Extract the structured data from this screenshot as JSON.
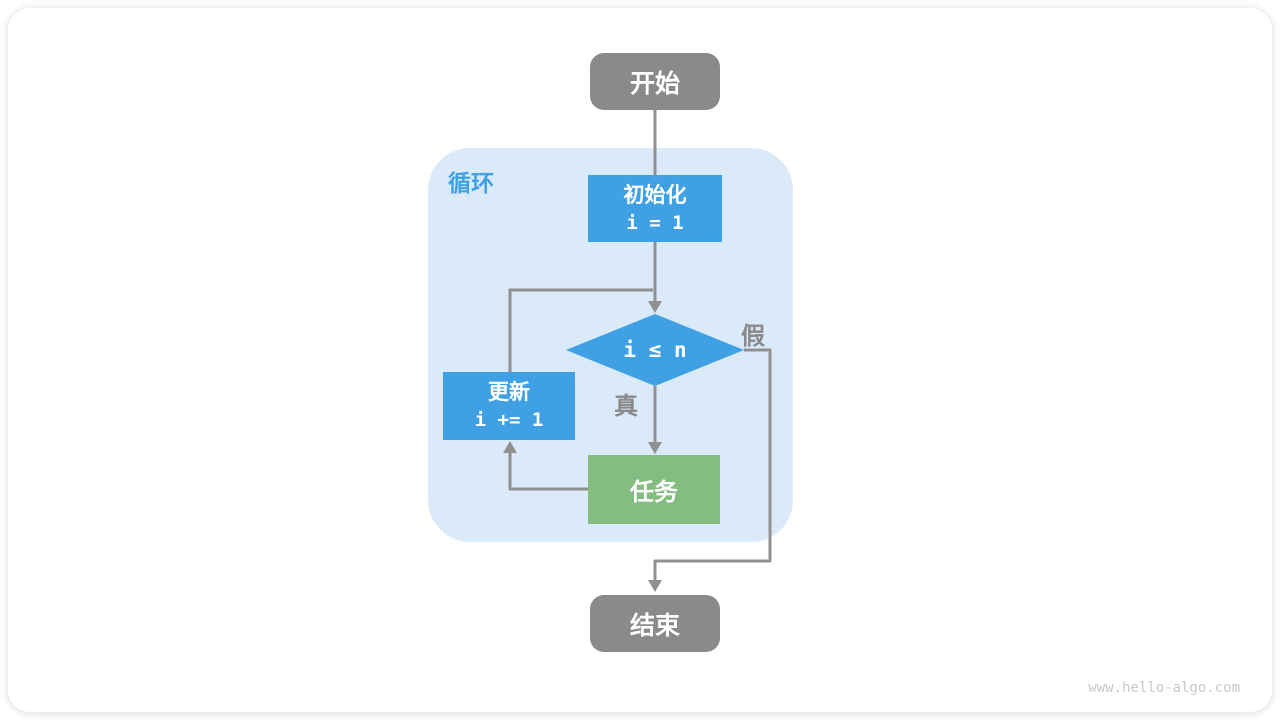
{
  "flowchart": {
    "start_label": "开始",
    "loop_region_label": "循环",
    "init_label": "初始化",
    "init_code": "i = 1",
    "condition_code": "i ≤ n",
    "true_label": "真",
    "false_label": "假",
    "update_label": "更新",
    "update_code": "i += 1",
    "task_label": "任务",
    "end_label": "结束",
    "colors": {
      "process_blue": "#3FA1E3",
      "task_green": "#84BC81",
      "terminal_gray": "#8A8A8A",
      "loop_region_bg": "#DBEAF9",
      "connector_gray": "#909090",
      "loop_label_blue": "#3FA1E3",
      "edge_label_gray": "#8A8A8A",
      "watermark_gray": "#C8C8C8"
    }
  },
  "watermark": "www.hello-algo.com"
}
